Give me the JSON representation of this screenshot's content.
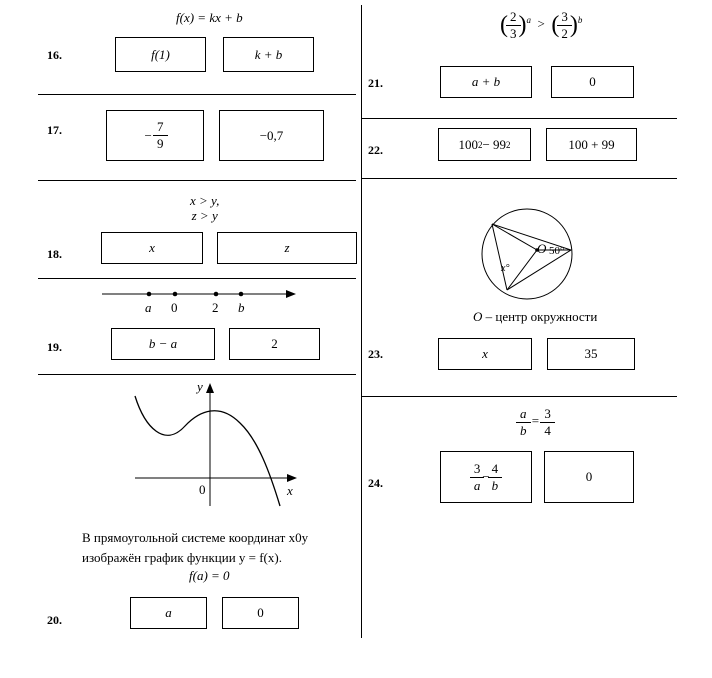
{
  "t16": {
    "num": "16.",
    "cond_f": "f",
    "cond_x": "(x) = kx + b",
    "left": "f(1)",
    "right": "k + b"
  },
  "t17": {
    "num": "17.",
    "left_sign": "−",
    "left_num": "7",
    "left_den": "9",
    "right": "−0,7"
  },
  "t18": {
    "num": "18.",
    "cond1": "x > y,",
    "cond2": "z > y",
    "left": "x",
    "right": "z"
  },
  "t19": {
    "num": "19.",
    "labels": [
      "a",
      "0",
      "2",
      "b"
    ],
    "left": "b − a",
    "right": "2"
  },
  "t20": {
    "num": "20.",
    "graph_y": "y",
    "graph_x": "x",
    "graph_o": "0",
    "text1": "В прямоугольной системе координат x0y",
    "text2": "изображён график функции  y = f(x).",
    "text3": "f(a) = 0",
    "left": "a",
    "right": "0"
  },
  "t21": {
    "num": "21.",
    "f1_num": "2",
    "f1_den": "3",
    "exp1": "a",
    "gt": ">",
    "f2_num": "3",
    "f2_den": "2",
    "exp2": "b",
    "left": "a + b",
    "right": "0"
  },
  "t22": {
    "num": "22.",
    "left_a": "100",
    "left_sup1": "2",
    "left_mid": " − 99",
    "left_sup2": "2",
    "right": "100 + 99"
  },
  "t23": {
    "num": "23.",
    "angle_x": "x°",
    "angle_50": "50°",
    "center": "O",
    "caption_o": "O",
    "caption_rest": " – центр окружности",
    "left": "x",
    "right": "35"
  },
  "t24": {
    "num": "24.",
    "c_num_a": "a",
    "c_den_b": "b",
    "c_eq": "=",
    "c_num": "3",
    "c_den": "4",
    "l_num1": "3",
    "l_den1": "a",
    "l_minus": "−",
    "l_num2": "4",
    "l_den2": "b",
    "right": "0"
  }
}
